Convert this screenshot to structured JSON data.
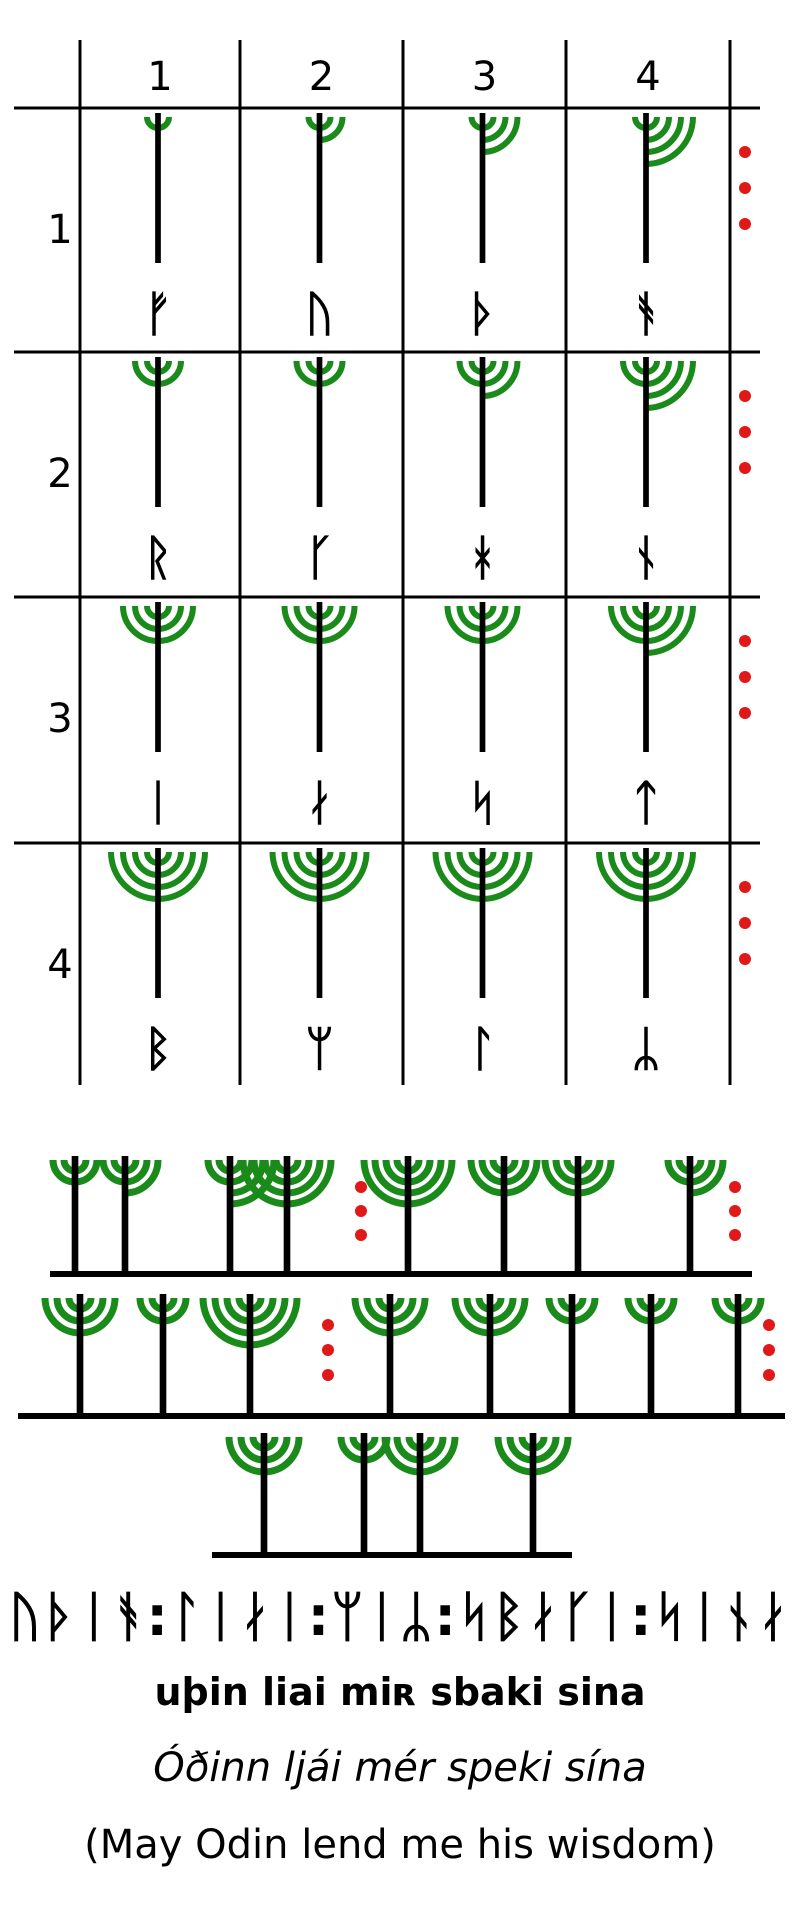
{
  "column_headers": [
    "1",
    "2",
    "3",
    "4"
  ],
  "row_headers": [
    "1",
    "2",
    "3",
    "4"
  ],
  "grid_runes": [
    [
      "ᚠ",
      "ᚢ",
      "ᚦ",
      "ᚬ"
    ],
    [
      "ᚱ",
      "ᚴ",
      "ᚼ",
      "ᚾ"
    ],
    [
      "ᛁ",
      "ᛅ",
      "ᛋ",
      "ᛏ"
    ],
    [
      "ᛒ",
      "ᛘ",
      "ᛚ",
      "ᛦ"
    ]
  ],
  "colors": {
    "tree_crown": "#1a8a1a",
    "trunk": "#000000",
    "dots": "#e01818",
    "grid": "#000000"
  },
  "icons": {
    "tree": "tree-icon",
    "ellipsis": "red-dots-icon"
  },
  "runic_text": "ᚢᚦᛁᚬ:ᛚᛁᛅᛁ:ᛘᛁᛦ:ᛋᛒᛅᚴᛁ:ᛋᛁᚾᛅ",
  "transliteration": "uþin liai miʀ sbaki sina",
  "old_norse": "Óðinn ljái mér speki sína",
  "english": "(May Odin lend me his wisdom)",
  "word_codes": [
    {
      "trees": [
        [
          1,
          2
        ],
        [
          1,
          3
        ],
        [
          3,
          3
        ],
        [
          3,
          4
        ]
      ]
    },
    {
      "trees": [
        [
          4,
          3
        ],
        [
          3,
          2
        ],
        [
          3,
          2
        ],
        [
          3,
          2
        ]
      ]
    },
    {
      "trees": [
        [
          4,
          2
        ],
        [
          3,
          2
        ],
        [
          4,
          4
        ]
      ]
    },
    {
      "trees": [
        [
          3,
          3
        ],
        [
          4,
          1
        ],
        [
          3,
          2
        ],
        [
          2,
          2
        ]
      ]
    },
    {
      "trees": [
        [
          3,
          3
        ],
        [
          3,
          1
        ],
        [
          2,
          4
        ],
        [
          3,
          2
        ]
      ]
    }
  ]
}
